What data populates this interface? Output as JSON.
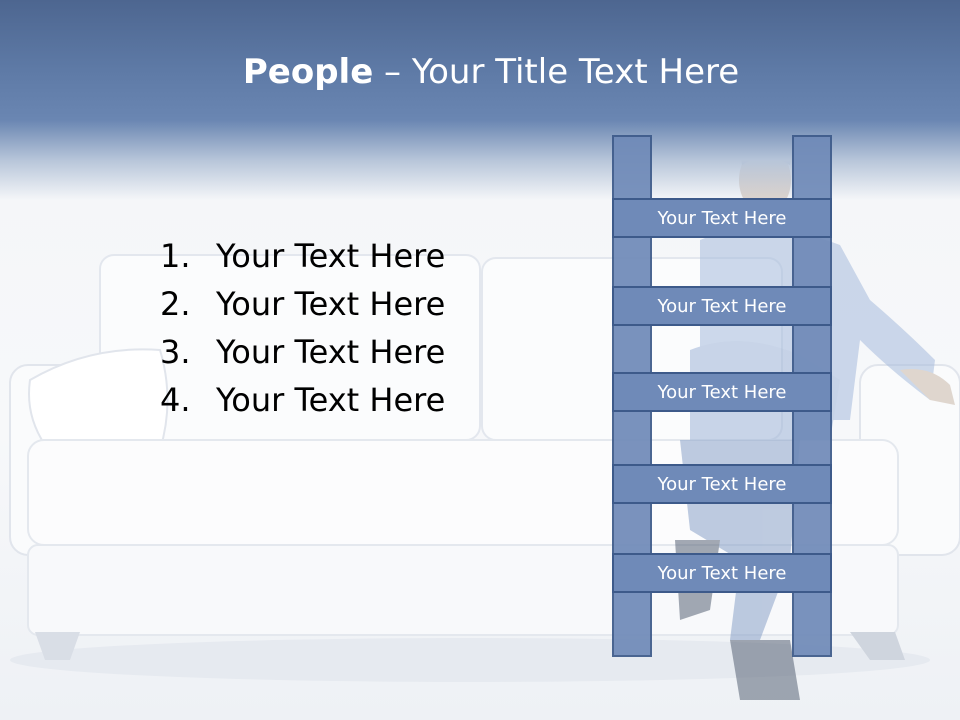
{
  "slide": {
    "title_bold": "People",
    "title_rest": " – Your Title Text Here"
  },
  "list": [
    {
      "num": "1.",
      "text": "Your Text Here"
    },
    {
      "num": "2.",
      "text": "Your Text Here"
    },
    {
      "num": "3.",
      "text": "Your Text Here"
    },
    {
      "num": "4.",
      "text": "Your Text Here"
    }
  ],
  "ladder": {
    "rungs": [
      {
        "label": "Your Text Here"
      },
      {
        "label": "Your Text Here"
      },
      {
        "label": "Your Text Here"
      },
      {
        "label": "Your Text Here"
      },
      {
        "label": "Your Text Here"
      }
    ]
  },
  "colors": {
    "header": "#5e7aa6",
    "ladder_fill": "#6f8ab8",
    "ladder_border": "#3d5a8a"
  }
}
